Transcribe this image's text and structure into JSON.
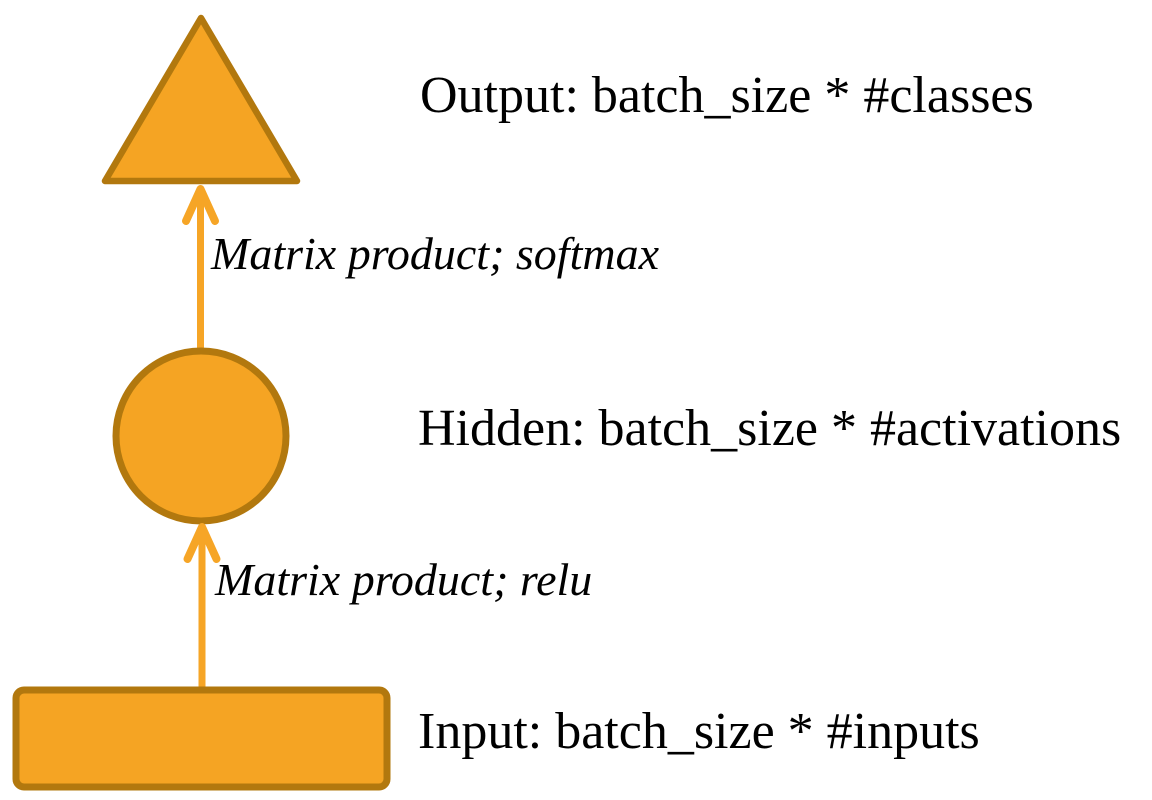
{
  "diagram": {
    "title": "feedforward-network-shapes",
    "colors": {
      "shape_fill": "#F5A423",
      "shape_border": "#B2780E",
      "arrow": "#F6A526",
      "text": "#000000",
      "background": "#FFFFFF"
    },
    "nodes": [
      {
        "id": "output",
        "shape": "triangle",
        "label": "Output: batch_size * #classes"
      },
      {
        "id": "hidden",
        "shape": "circle",
        "label": "Hidden: batch_size * #activations"
      },
      {
        "id": "input",
        "shape": "rectangle",
        "label": "Input: batch_size * #inputs"
      }
    ],
    "edges": [
      {
        "from": "hidden",
        "to": "output",
        "label": "Matrix product; softmax"
      },
      {
        "from": "input",
        "to": "hidden",
        "label": "Matrix product; relu"
      }
    ]
  }
}
